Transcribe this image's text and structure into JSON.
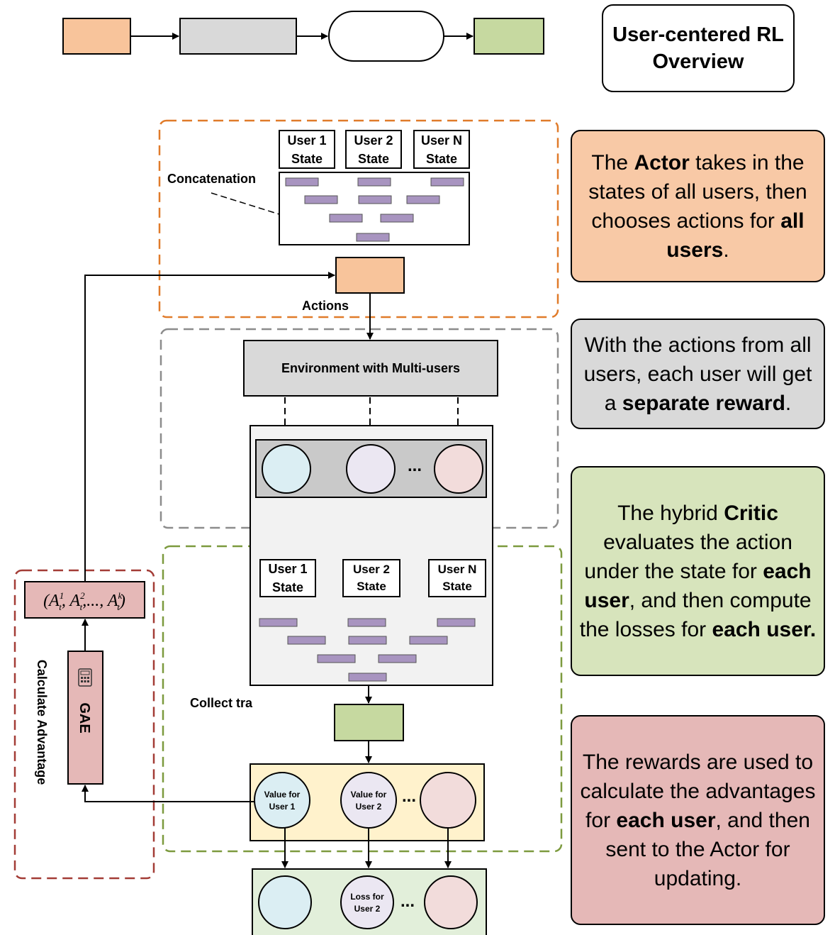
{
  "title": "User-centered RL Overview",
  "colors": {
    "actor": "#f8c49b",
    "environment": "#d9d9d9",
    "critic": "#c6d9a0",
    "advantage": "#e5b8b7",
    "value_panel": "#fff2cc",
    "loss_panel": "#e2efda",
    "mini_bar": "#a894c0",
    "circle_blue": "#dbeef3",
    "circle_lavender": "#ebe7f2",
    "circle_pink": "#f2dcdb"
  },
  "actor": {
    "state_labels": [
      {
        "line1": "User 1",
        "line2": "State"
      },
      {
        "line1": "User 2",
        "line2": "State"
      },
      {
        "line1": "User N",
        "line2": "State"
      }
    ],
    "concatenation_label": "Concatenation",
    "actions_label": "Actions"
  },
  "environment": {
    "label": "Environment with Multi-users",
    "ellipsis": "..."
  },
  "critic": {
    "state_labels": [
      {
        "line1": "User 1",
        "line2": "State"
      },
      {
        "line1": "User 2",
        "line2": "State"
      },
      {
        "line1": "User N",
        "line2": "State"
      }
    ],
    "collect_label": "Collect tra",
    "value_labels": [
      {
        "line1": "Value for",
        "line2": "User 1"
      },
      {
        "line1": "Value for",
        "line2": "User 2"
      }
    ],
    "value_ellipsis": "...",
    "loss_label": {
      "line1": "Loss for",
      "line2": "User 2"
    },
    "loss_ellipsis": "..."
  },
  "advantage": {
    "formula": "(A_t^1, A_t^2, ..., A_t^k)",
    "gae_label": "GAE",
    "calculate_label": "Calculate Advantage",
    "calculator_icon": "calculator-icon"
  },
  "notes": {
    "actor": "The <b>Actor</b> takes in the states of all users, then chooses actions for <b>all users</b>.",
    "environment": "With the actions from all users, each user will get a <b>separate reward</b>.",
    "critic": "The hybrid <b>Critic</b> evaluates the action under the state for <b>each user</b>, and then compute the losses for <b>each user.</b>",
    "advantage": "The rewards are used to calculate the advantages for <b>each user</b>, and then sent to the Actor for updating."
  }
}
